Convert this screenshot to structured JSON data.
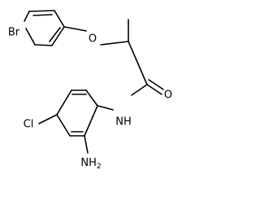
{
  "molecule": {
    "atoms": {
      "bromine": "Br",
      "oxygen_ether": "O",
      "oxygen_carbonyl": "O",
      "amide_nitrogen": "NH",
      "chlorine": "Cl",
      "amine": "NH",
      "amine_subscript": "2"
    }
  }
}
